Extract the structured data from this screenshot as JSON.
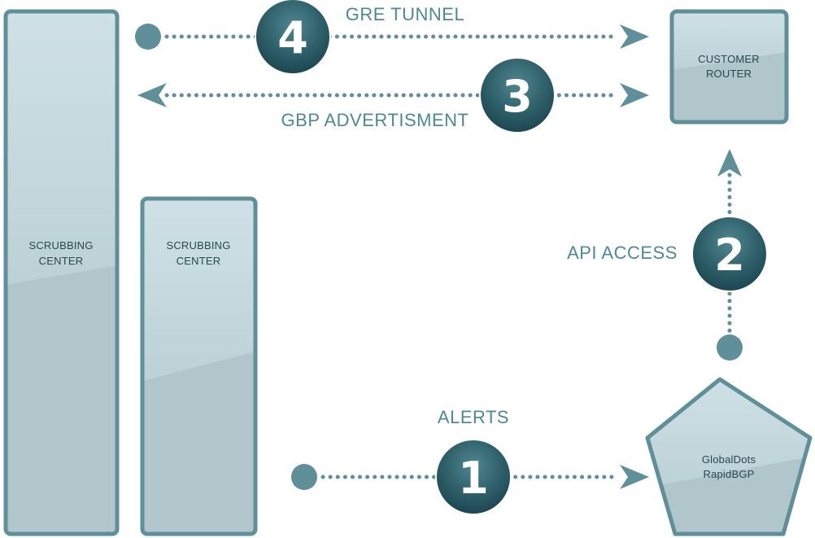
{
  "colors": {
    "frame": "#5f8f98",
    "box_fill_top": "#c9dde2",
    "box_fill_bottom": "#a6bcc1",
    "line": "#5f8f98",
    "badge_dark": "#1f4f59",
    "badge_light": "#4a7d87",
    "label": "#4c8a93"
  },
  "nodes": {
    "scrubbing_center_1": {
      "line1": "SCRUBBING",
      "line2": "CENTER"
    },
    "scrubbing_center_2": {
      "line1": "SCRUBBING",
      "line2": "CENTER"
    },
    "customer_router": {
      "line1": "CUSTOMER",
      "line2": "ROUTER"
    },
    "globaldots": {
      "line1": "GlobalDots",
      "line2": "RapidBGP"
    }
  },
  "steps": [
    {
      "number": "1",
      "label": "ALERTS"
    },
    {
      "number": "2",
      "label": "API ACCESS"
    },
    {
      "number": "3",
      "label": "GBP ADVERTISMENT"
    },
    {
      "number": "4",
      "label": "GRE TUNNEL"
    }
  ]
}
